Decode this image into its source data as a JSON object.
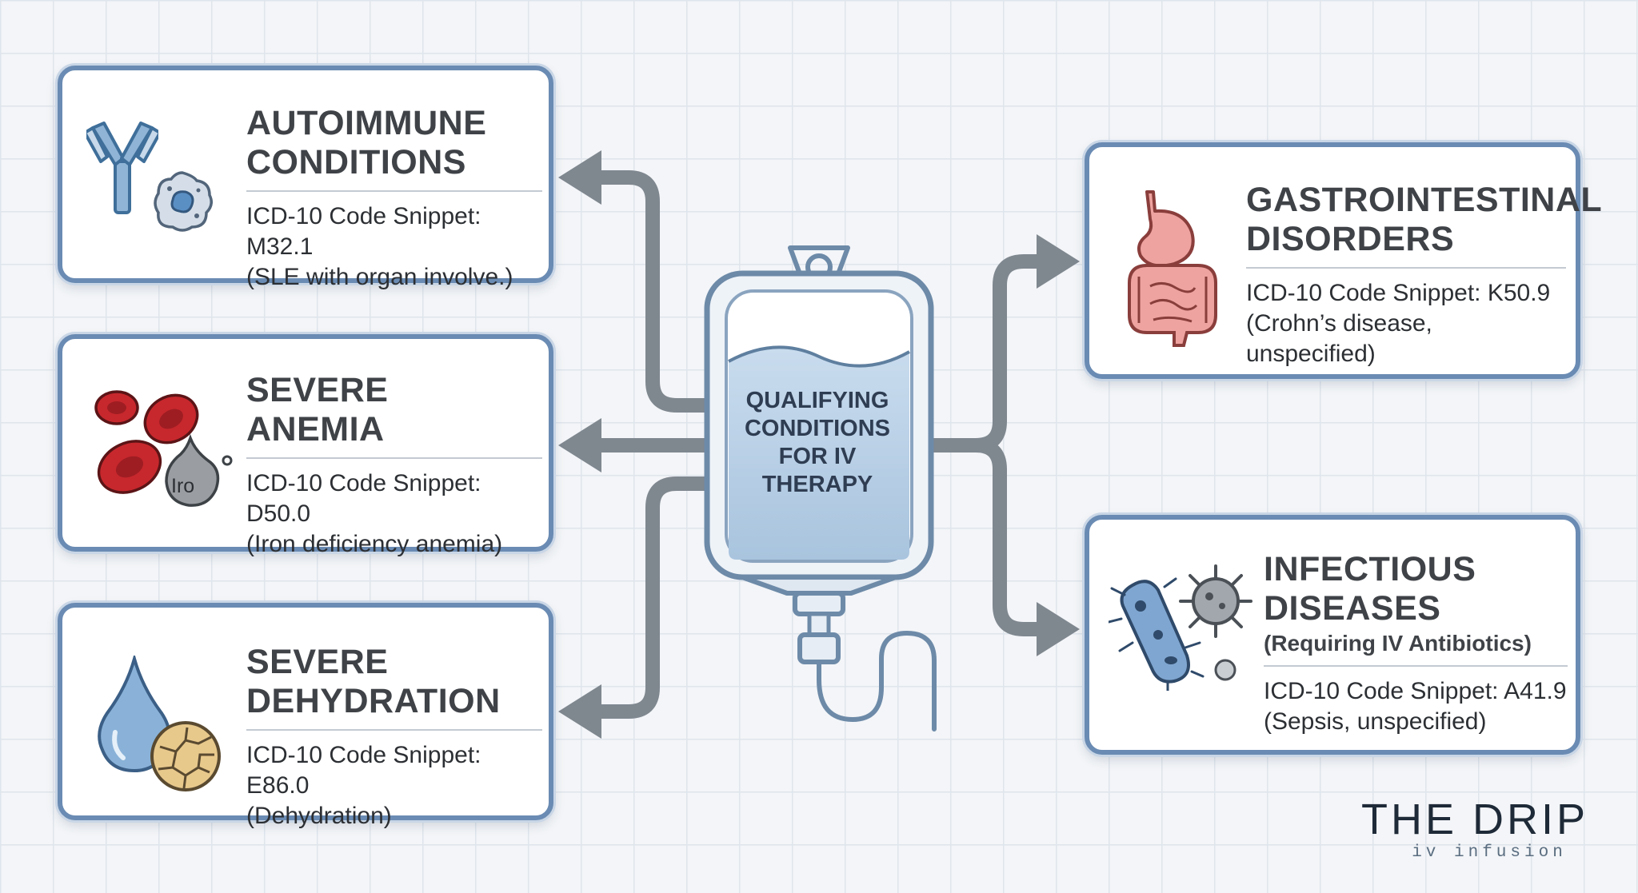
{
  "center": {
    "lines": [
      "QUALIFYING",
      "CONDITIONS",
      "FOR IV",
      "THERAPY"
    ]
  },
  "cards": {
    "autoimmune": {
      "title": [
        "AUTOIMMUNE",
        "CONDITIONS"
      ],
      "code": "ICD-10 Code Snippet: M32.1",
      "note": "(SLE with organ involve.)",
      "icons": [
        "antibody-icon",
        "immune-cell-icon"
      ]
    },
    "anemia": {
      "title": [
        "SEVERE",
        "ANEMIA"
      ],
      "code": "ICD-10 Code Snippet: D50.0",
      "note": "(Iron deficiency anemia)",
      "icon_label": "Iro",
      "icons": [
        "red-blood-cells-icon",
        "iron-drop-icon"
      ]
    },
    "dehydration": {
      "title": [
        "SEVERE",
        "DEHYDRATION"
      ],
      "code": "ICD-10 Code Snippet: E86.0",
      "note": "(Dehydration)",
      "icons": [
        "water-drop-icon",
        "dry-cracked-earth-icon"
      ]
    },
    "gastro": {
      "title": [
        "GASTROINTESTINAL",
        "DISORDERS"
      ],
      "code": "ICD-10 Code Snippet: K50.9",
      "note": "(Crohn’s disease, unspecified)",
      "icons": [
        "stomach-intestines-icon"
      ]
    },
    "infectious": {
      "title": [
        "INFECTIOUS",
        "DISEASES"
      ],
      "subtitle": "(Requiring IV Antibiotics)",
      "code": "ICD-10 Code Snippet: A41.9",
      "note": "(Sepsis, unspecified)",
      "icons": [
        "bacterium-icon",
        "virus-icon"
      ]
    }
  },
  "brand": {
    "name": "THE DRIP",
    "tagline": "iv infusion"
  },
  "colors": {
    "card_border": "#6a8bb3",
    "connector": "#7f878f",
    "bag_outline": "#6d8aa8",
    "fluid": "#b6cfe6",
    "text": "#3f4348"
  }
}
